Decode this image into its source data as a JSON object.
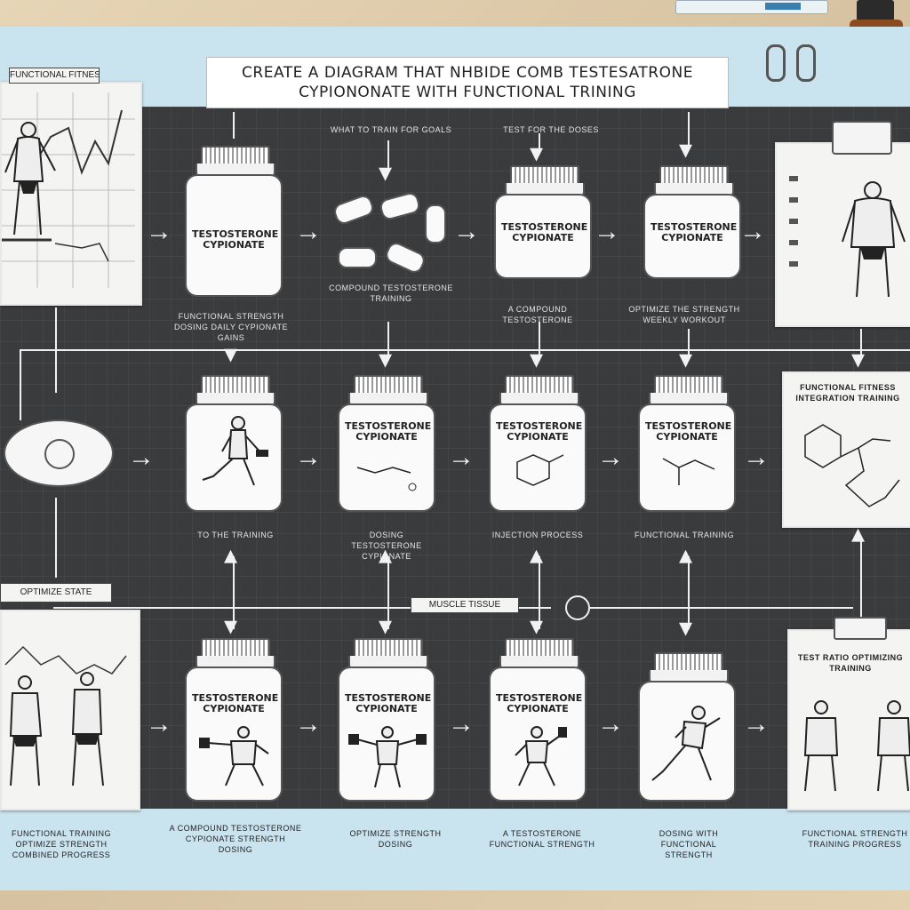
{
  "title": {
    "line1": "CREATE A DIAGRAM THAT NHBIDE COMB TESTESATRONE",
    "line2": "CYPIONONATE WITH FUNCTIONAL TRINING"
  },
  "top_left_tag": "FUNCTIONAL FITNESS",
  "jar_label": "TESTOSTERONE CYPIONATE",
  "top_row_headers": [
    "WHAT TO TRAIN FOR GOALS",
    "TEST FOR THE DOSES"
  ],
  "captions_row1": [
    "FUNCTIONAL STRENGTH DOSING DAILY CYPIONATE GAINS",
    "COMPOUND TESTOSTERONE TRAINING",
    "A COMPOUND TESTOSTERONE",
    "OPTIMIZE THE STRENGTH WEEKLY WORKOUT"
  ],
  "captions_row2": [
    "TO THE TRAINING",
    "DOSING TESTOSTERONE CYPIONATE",
    "INJECTION PROCESS",
    "FUNCTIONAL TRAINING"
  ],
  "right_mid_title": "FUNCTIONAL FITNESS INTEGRATION TRAINING",
  "mid_tag": "MUSCLE TISSUE",
  "bottom_left_tag": "OPTIMIZE STATE",
  "bottom_right_title": "TEST RATIO OPTIMIZING TRAINING",
  "bottom_captions": [
    "FUNCTIONAL TRAINING OPTIMIZE STRENGTH COMBINED PROGRESS",
    "A COMPOUND TESTOSTERONE CYPIONATE STRENGTH DOSING",
    "OPTIMIZE STRENGTH DOSING",
    "A TESTOSTERONE FUNCTIONAL STRENGTH",
    "DOSING WITH FUNCTIONAL STRENGTH",
    "FUNCTIONAL STRENGTH TRAINING PROGRESS"
  ],
  "colors": {
    "board": "#3a3b3d",
    "paper": "#c9e3ef",
    "desk": "#dcc9a6"
  },
  "icons": [
    "syringe",
    "vial",
    "paper-clip",
    "clipboard",
    "pill",
    "bodybuilder",
    "molecule"
  ]
}
